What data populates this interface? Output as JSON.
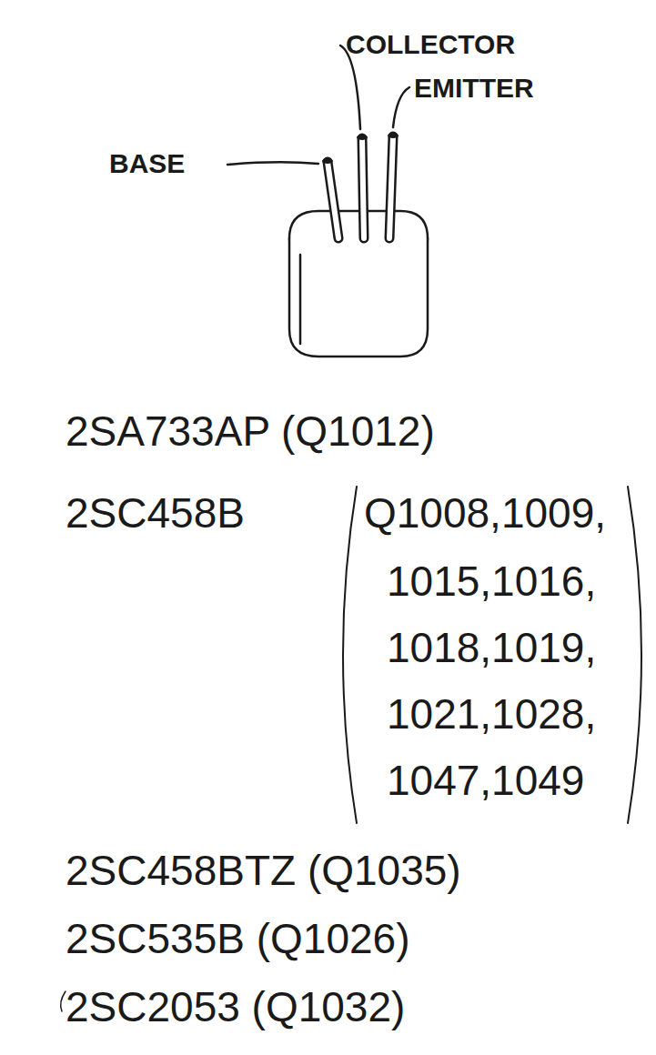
{
  "diagram": {
    "labels": [
      "BASE",
      "COLLECTOR",
      "EMITTER",
      "2SA733AP (Q1012)",
      "2SC458B",
      "Q1008,1009,",
      "1015,1016,",
      "1018,1019,",
      "1021,1028,",
      "1047,1049",
      "2SC458BTZ (Q1035)",
      "2SC535B (Q1026)",
      "2SC2053 (Q1032)"
    ]
  }
}
